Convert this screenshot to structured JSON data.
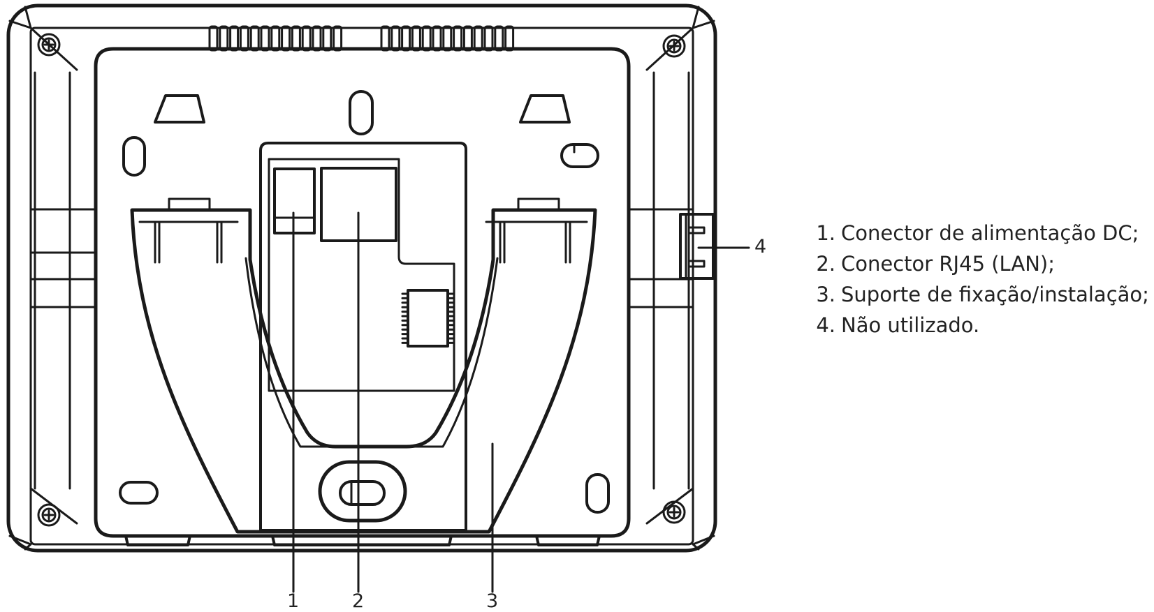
{
  "callouts": {
    "c1": "1",
    "c2": "2",
    "c3": "3",
    "c4": "4"
  },
  "legend": [
    {
      "num": "1.",
      "text": "Conector de alimentação DC;"
    },
    {
      "num": "2.",
      "text": "Conector RJ45 (LAN);"
    },
    {
      "num": "3.",
      "text": "Suporte de fixação/instalação;"
    },
    {
      "num": "4.",
      "text": "Não utilizado."
    }
  ]
}
